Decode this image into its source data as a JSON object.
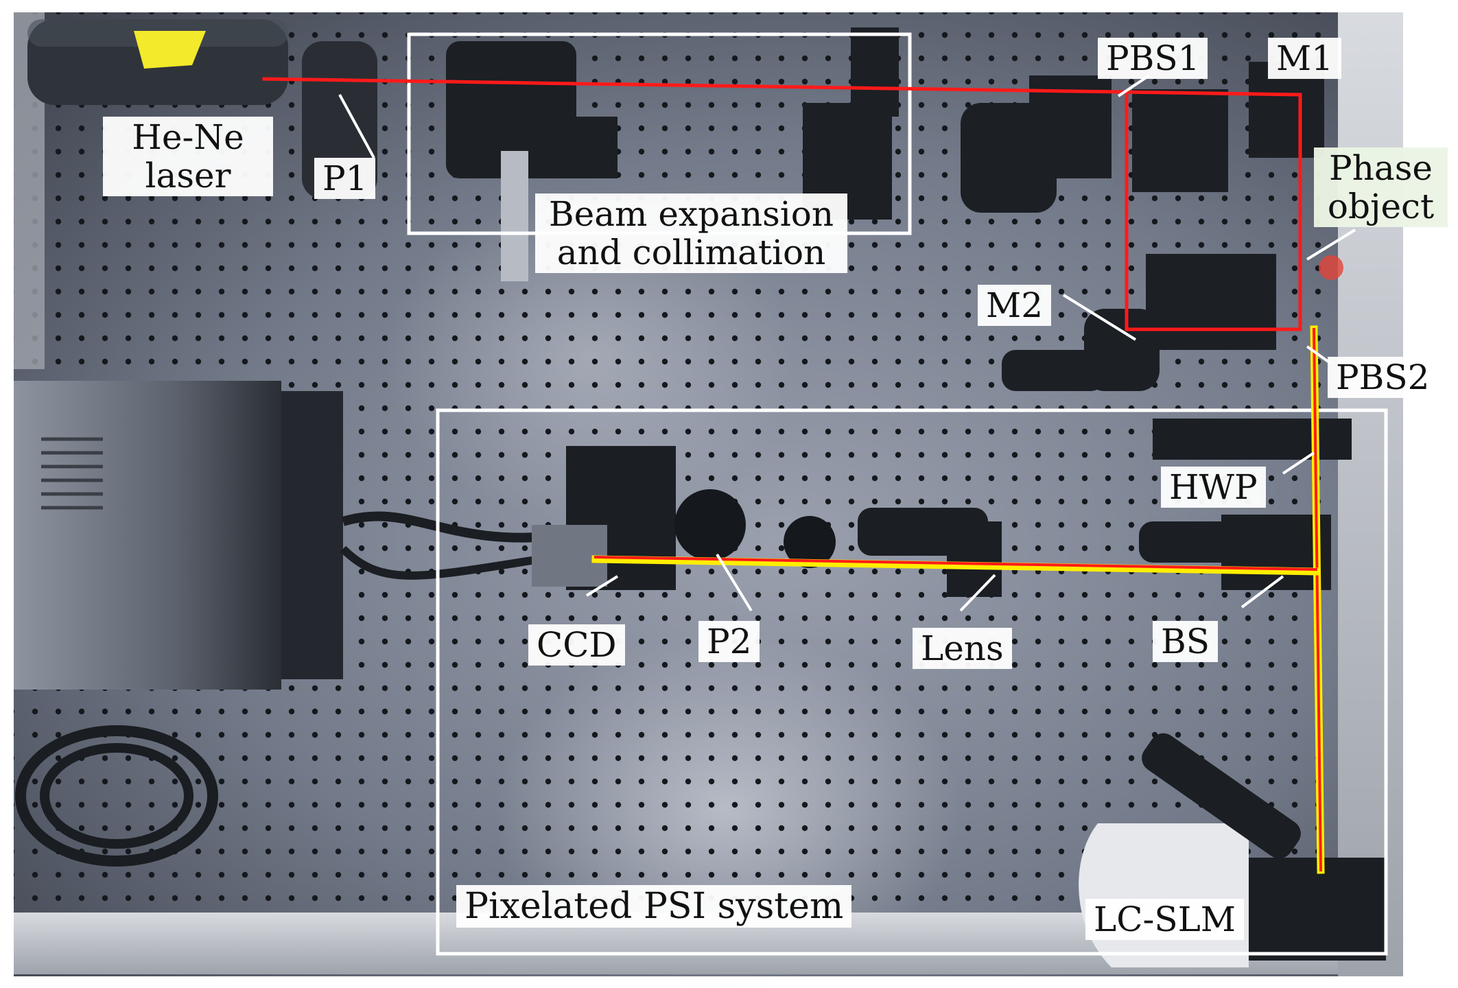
{
  "labels": {
    "laser_line1": "He-Ne",
    "laser_line2": "laser",
    "p1": "P1",
    "beam_line1": "Beam expansion",
    "beam_line2": "and collimation",
    "pbs1": "PBS1",
    "m1": "M1",
    "phase_line1": "Phase",
    "phase_line2": "object",
    "m2": "M2",
    "pbs2": "PBS2",
    "hwp": "HWP",
    "ccd": "CCD",
    "p2": "P2",
    "lens": "Lens",
    "bs": "BS",
    "psi_system": "Pixelated PSI system",
    "lcslm": "LC-SLM"
  },
  "colors": {
    "background": "#ffffff",
    "table": "#7b8190",
    "reference_beam": "#ff1a1a",
    "object_beam": "#ffee00",
    "box_outline": "#ffffff",
    "label_bg": "#ffffff",
    "phase_label_bg": "#ebf5e4"
  }
}
